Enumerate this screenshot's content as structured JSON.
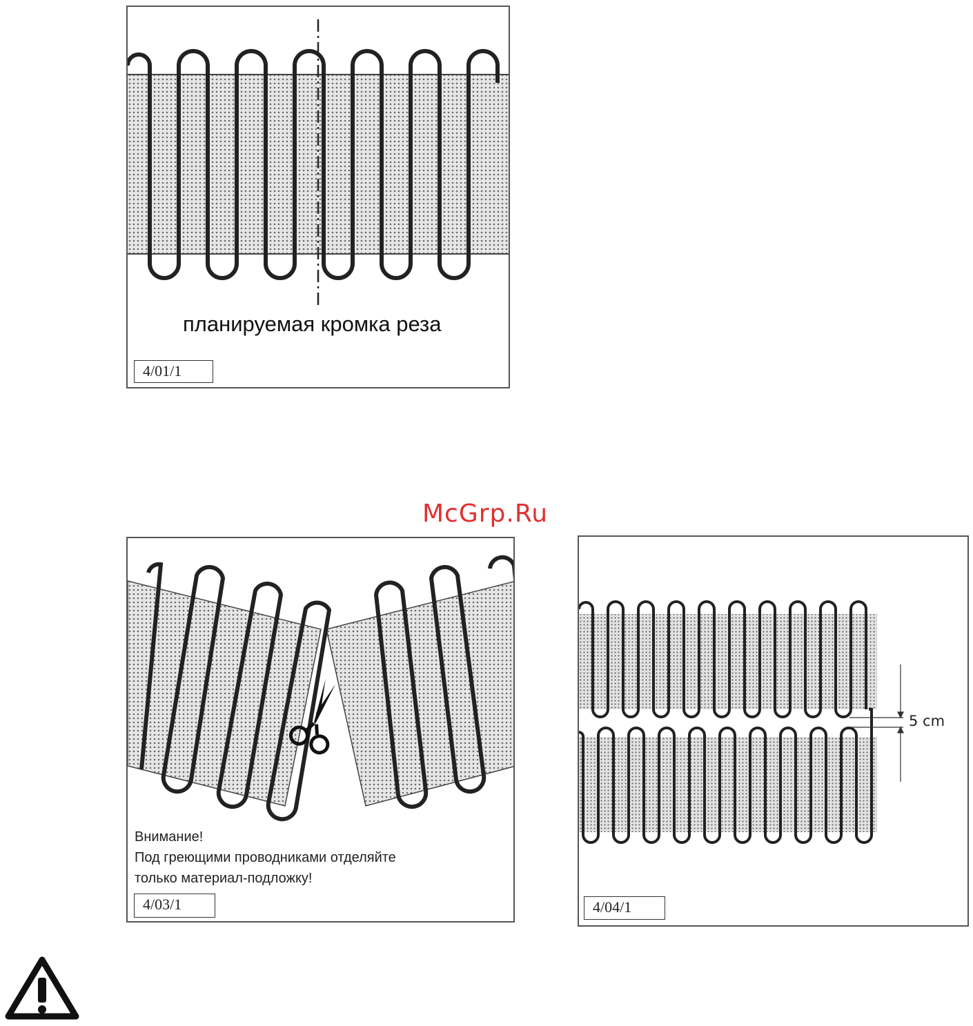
{
  "figures": {
    "fig1": {
      "id_label": "4/01/1",
      "caption": "планируемая кромка реза"
    },
    "fig2": {
      "id_label": "4/03/1",
      "note": [
        "Внимание!",
        "Под греющими проводниками отделяйте",
        "только материал-подложку!"
      ]
    },
    "fig3": {
      "id_label": "4/04/1",
      "dimension": "5 cm"
    }
  },
  "watermark": "McGrp.Ru",
  "icons": [
    "dotted-mat-icon",
    "scissors-icon",
    "warning-triangle-icon"
  ],
  "colors": {
    "watermark": "#e03030",
    "cable": "#222222",
    "mat": "#cfcfcf"
  }
}
